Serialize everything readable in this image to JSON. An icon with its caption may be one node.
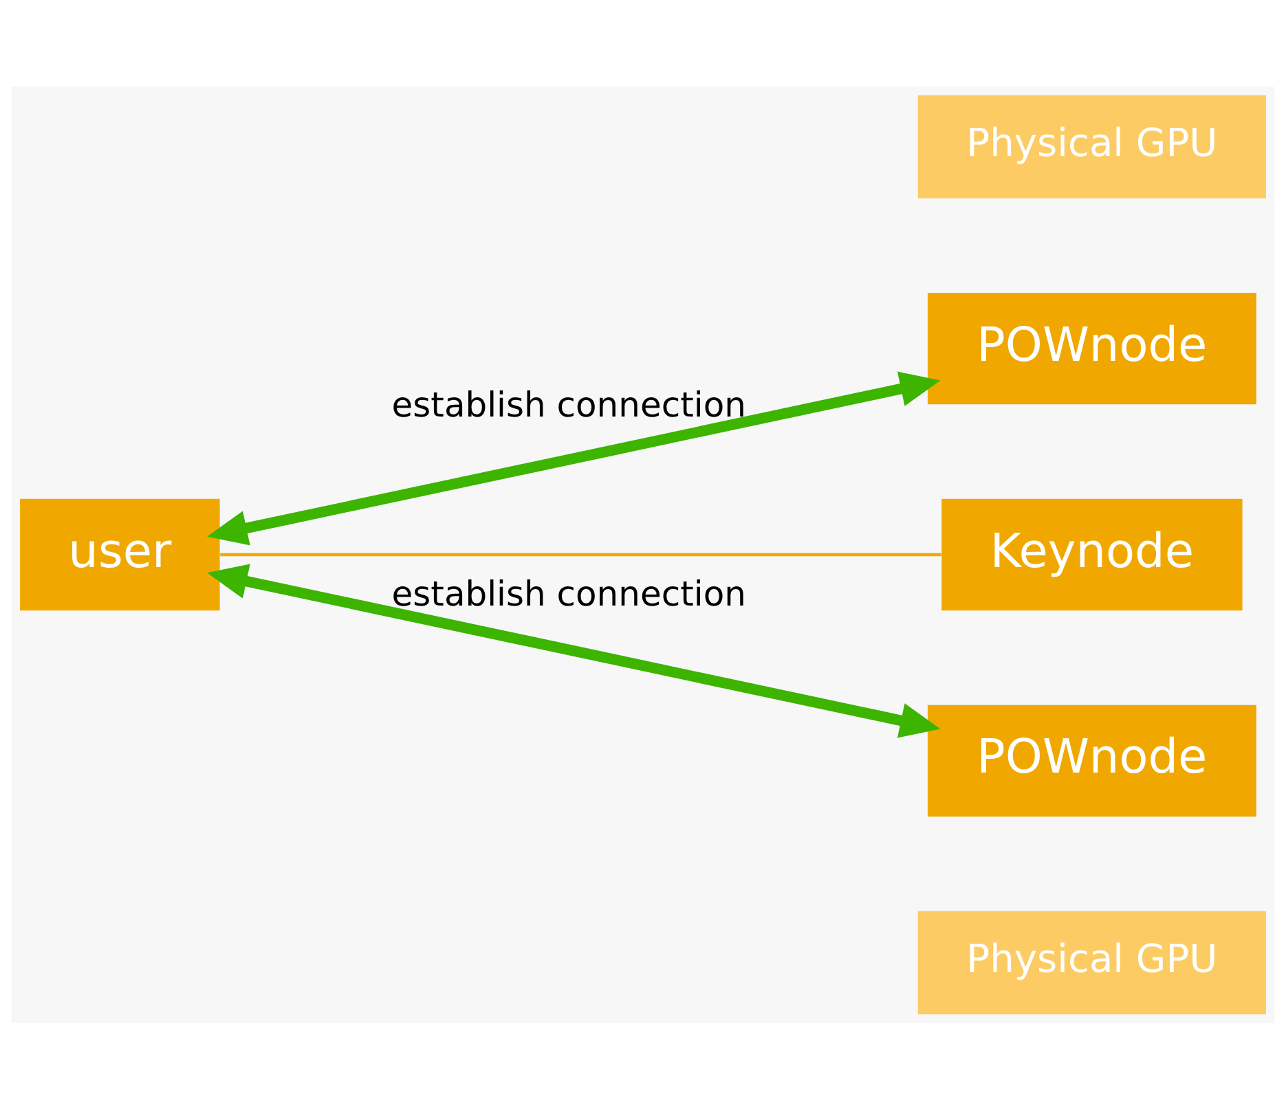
{
  "diagram": {
    "nodes": [
      {
        "text": [
          "user"
        ]
      },
      {
        "text": [
          "POWnode"
        ]
      },
      {
        "text": [
          "Physical GPU"
        ]
      },
      {
        "text": [
          "Keynode"
        ]
      },
      {
        "text": [
          "POWnode"
        ]
      },
      {
        "text": [
          "Physical GPU"
        ]
      }
    ],
    "edges": [
      {
        "from": 0,
        "to": 1,
        "arrow": "both",
        "label": "establish connection"
      },
      {
        "from": 3,
        "to": 0,
        "arrow": "none",
        "color": "#f0a800"
      },
      {
        "from": 0,
        "to": 4,
        "arrow": "both",
        "label": "establish connection"
      }
    ]
  }
}
